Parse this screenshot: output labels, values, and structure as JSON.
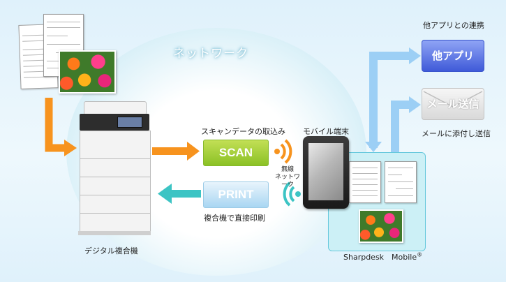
{
  "network_label": "ネットワーク",
  "scan_caption": "スキャンデータの取込み",
  "scan_button": "SCAN",
  "print_button": "PRINT",
  "print_caption": "複合機で直接印刷",
  "wireless_label_line1": "無線",
  "wireless_label_line2": "ネットワーク",
  "mobile_terminal_label": "モバイル端末",
  "copier_label": "デジタル複合機",
  "app_link_caption": "他アプリとの連携",
  "other_app_button": "他アプリ",
  "mail_button": "メール送信",
  "mail_caption": "メールに添付し送信",
  "sharpdesk_label": "Sharpdesk　Mobile",
  "registered_mark": "®",
  "colors": {
    "orange_arrow": "#f7931e",
    "teal_arrow": "#3cc4c4",
    "blue_arrow": "#9ccff5",
    "scan_green": "#8bc125",
    "app_blue": "#3f5ad8"
  },
  "icons": [
    "wifi-send-icon",
    "wifi-receive-icon",
    "tablet-icon",
    "copier-icon",
    "envelope-icon"
  ]
}
